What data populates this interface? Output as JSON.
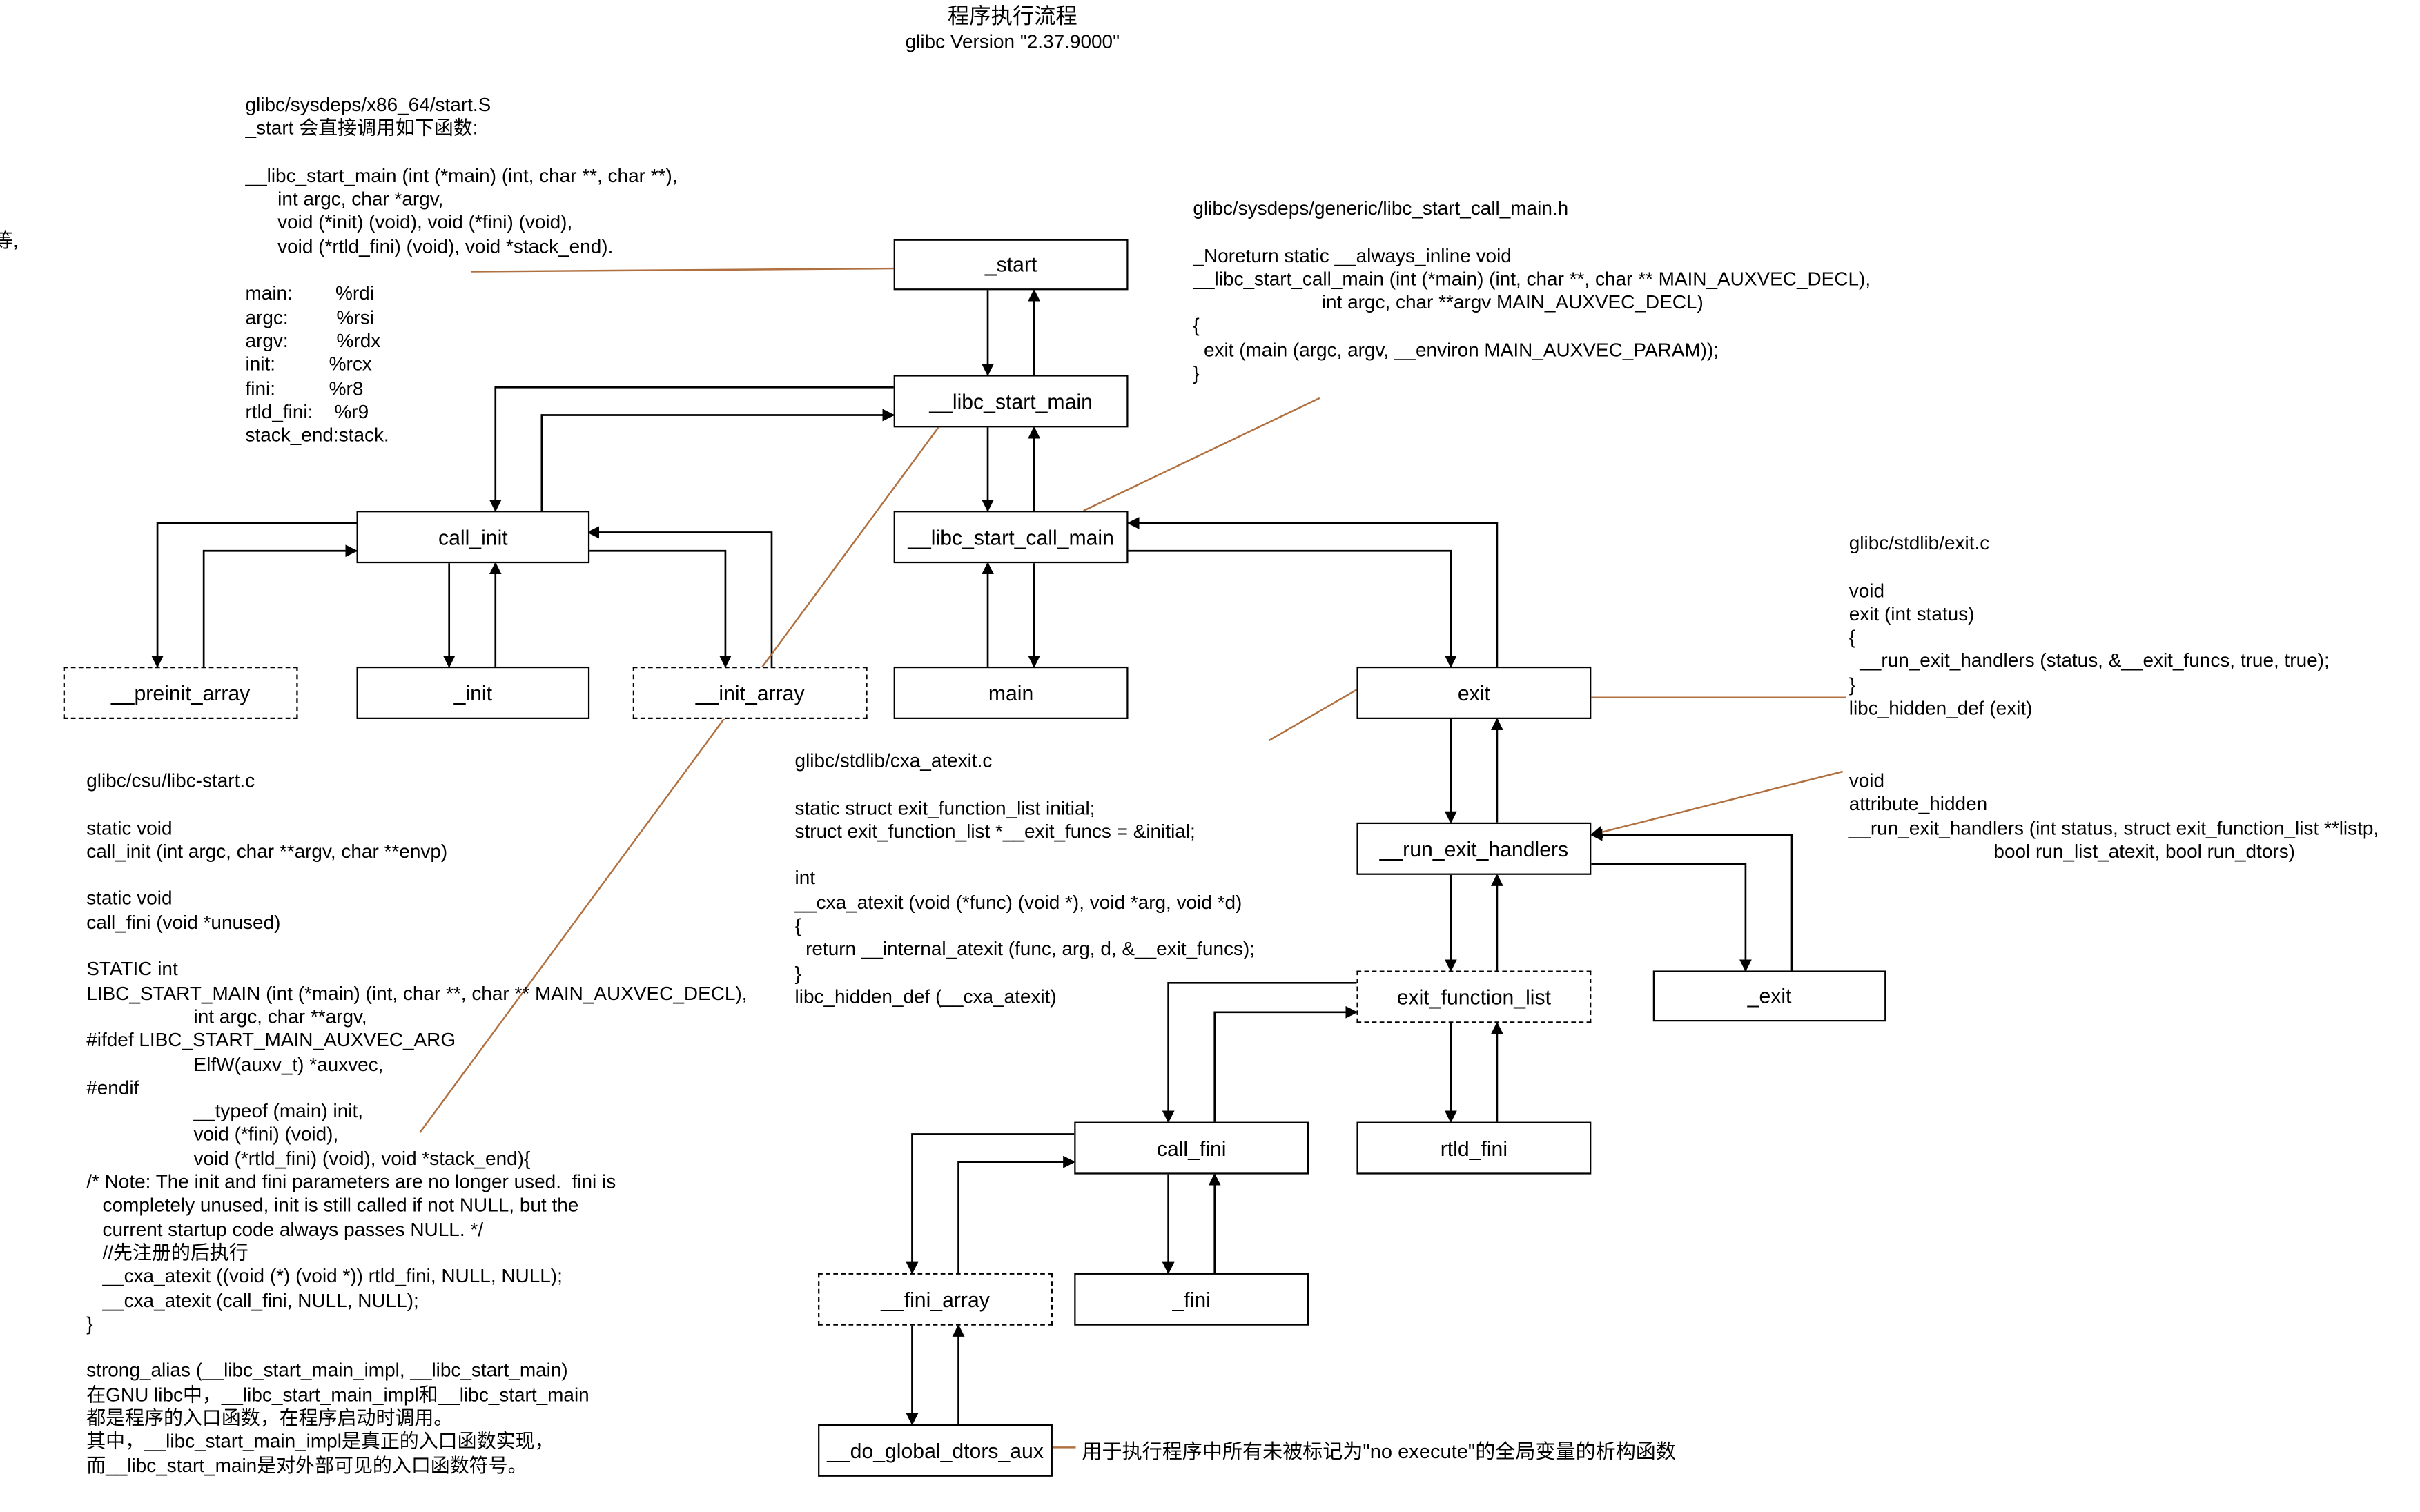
{
  "title": "程序执行流程",
  "subtitle": "glibc Version \"2.37.9000\"",
  "edge_fragment": "等,",
  "nodes": {
    "start": "_start",
    "libc_start_main": "__libc_start_main",
    "call_init": "call_init",
    "libc_start_call_main": "__libc_start_call_main",
    "preinit_array": "__preinit_array",
    "init": "_init",
    "init_array": "__init_array",
    "main": "main",
    "exit": "exit",
    "run_exit_handlers": "__run_exit_handlers",
    "exit_function_list": "exit_function_list",
    "exit_syscall": "_exit",
    "call_fini": "call_fini",
    "rtld_fini": "rtld_fini",
    "fini_array": "__fini_array",
    "fini": "_fini",
    "do_global_dtors_aux": "__do_global_dtors_aux"
  },
  "notes": {
    "start_s": [
      "glibc/sysdeps/x86_64/start.S",
      "_start 会直接调用如下函数:",
      "",
      "__libc_start_main (int (*main) (int, char **, char **),",
      "      int argc, char *argv,",
      "      void (*init) (void), void (*fini) (void),",
      "      void (*rtld_fini) (void), void *stack_end).",
      "",
      "main:        %rdi",
      "argc:         %rsi",
      "argv:         %rdx",
      "init:          %rcx",
      "fini:          %r8",
      "rtld_fini:    %r9",
      "stack_end:stack."
    ],
    "libc_start_call_main_h": [
      "glibc/sysdeps/generic/libc_start_call_main.h",
      "",
      "_Noreturn static __always_inline void",
      "__libc_start_call_main (int (*main) (int, char **, char ** MAIN_AUXVEC_DECL),",
      "                        int argc, char **argv MAIN_AUXVEC_DECL)",
      "{",
      "  exit (main (argc, argv, __environ MAIN_AUXVEC_PARAM));",
      "}"
    ],
    "exit_c": [
      "glibc/stdlib/exit.c",
      "",
      "void",
      "exit (int status)",
      "{",
      "  __run_exit_handlers (status, &__exit_funcs, true, true);",
      "}",
      "libc_hidden_def (exit)"
    ],
    "run_exit_handlers_decl": [
      "void",
      "attribute_hidden",
      "__run_exit_handlers (int status, struct exit_function_list **listp,",
      "                           bool run_list_atexit, bool run_dtors)"
    ],
    "libc_start_c": [
      "glibc/csu/libc-start.c",
      "",
      "static void",
      "call_init (int argc, char **argv, char **envp)",
      "",
      "static void",
      "call_fini (void *unused)",
      "",
      "STATIC int",
      "LIBC_START_MAIN (int (*main) (int, char **, char ** MAIN_AUXVEC_DECL),",
      "                    int argc, char **argv,",
      "#ifdef LIBC_START_MAIN_AUXVEC_ARG",
      "                    ElfW(auxv_t) *auxvec,",
      "#endif",
      "                    __typeof (main) init,",
      "                    void (*fini) (void),",
      "                    void (*rtld_fini) (void), void *stack_end){",
      "/* Note: The init and fini parameters are no longer used.  fini is",
      "   completely unused, init is still called if not NULL, but the",
      "   current startup code always passes NULL. */",
      "   //先注册的后执行",
      "   __cxa_atexit ((void (*) (void *)) rtld_fini, NULL, NULL);",
      "   __cxa_atexit (call_fini, NULL, NULL);",
      "}",
      "",
      "strong_alias (__libc_start_main_impl, __libc_start_main)",
      "在GNU libc中，__libc_start_main_impl和__libc_start_main",
      "都是程序的入口函数，在程序启动时调用。",
      "其中，__libc_start_main_impl是真正的入口函数实现，",
      "而__libc_start_main是对外部可见的入口函数符号。"
    ],
    "cxa_atexit_c": [
      "glibc/stdlib/cxa_atexit.c",
      "",
      "static struct exit_function_list initial;",
      "struct exit_function_list *__exit_funcs = &initial;",
      "",
      "int",
      "__cxa_atexit (void (*func) (void *), void *arg, void *d)",
      "{",
      "  return __internal_atexit (func, arg, d, &__exit_funcs);",
      "}",
      "libc_hidden_def (__cxa_atexit)"
    ]
  },
  "dtors_note": "用于执行程序中所有未被标记为\"no execute\"的全局变量的析构函数",
  "colors": {
    "connector": "#b07040",
    "line": "#000000"
  }
}
